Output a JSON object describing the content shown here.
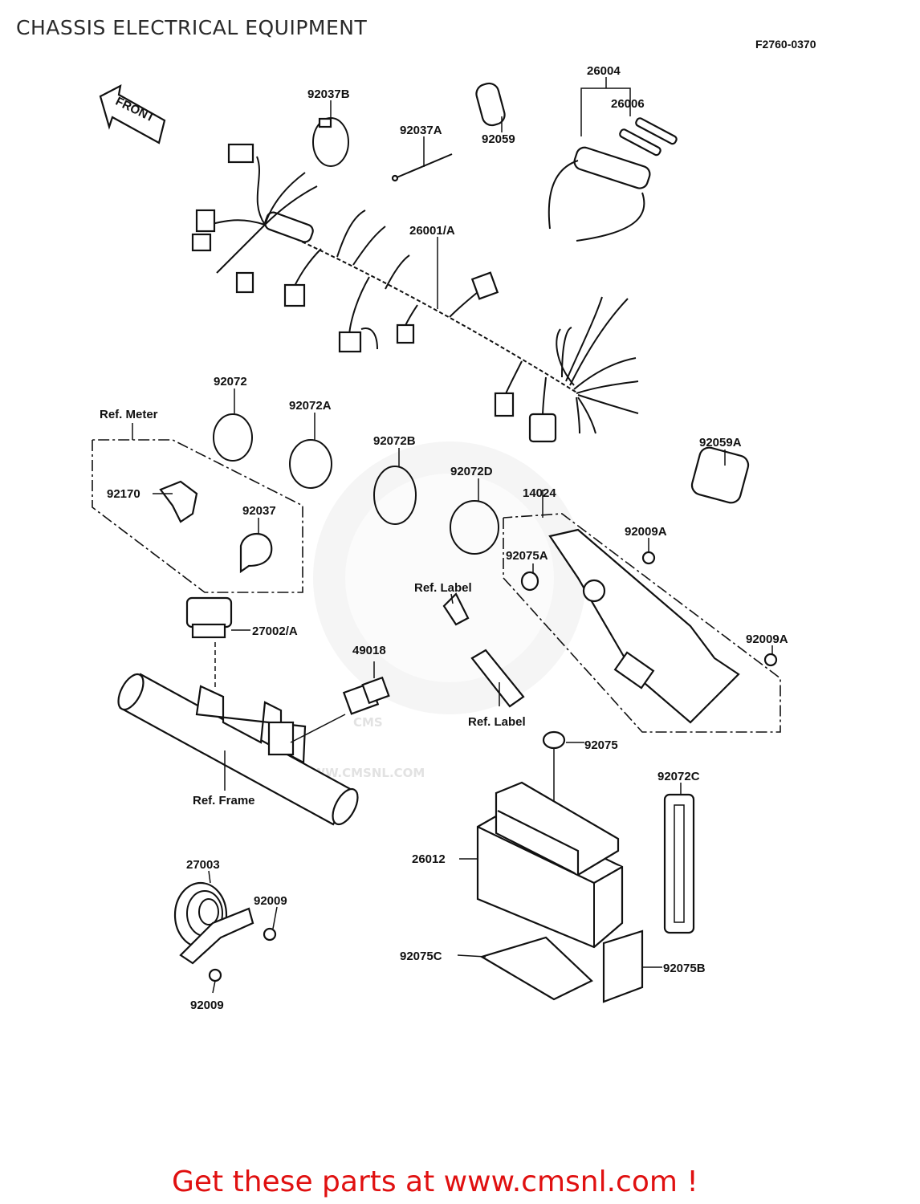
{
  "header": {
    "title": "CHASSIS ELECTRICAL EQUIPMENT",
    "figure_code": "F2760-0370"
  },
  "watermark": {
    "brand": "CMS",
    "url": "WWW.CMSNL.COM"
  },
  "front_arrow_label": "FRONT",
  "parts": {
    "p92037B": "92037B",
    "p92037A": "92037A",
    "p92059": "92059",
    "p26004": "26004",
    "p26006": "26006",
    "p26001A": "26001/A",
    "p92072": "92072",
    "p92072A": "92072A",
    "p92072B": "92072B",
    "p92072D": "92072D",
    "p92059A": "92059A",
    "p92170": "92170",
    "p92037": "92037",
    "p14024": "14024",
    "p92009A_1": "92009A",
    "p92075A": "92075A",
    "p92009A_2": "92009A",
    "p27002A": "27002/A",
    "p49018": "49018",
    "p92075": "92075",
    "p92072C": "92072C",
    "p26012": "26012",
    "p27003": "27003",
    "p92009_1": "92009",
    "p92009_2": "92009",
    "p92075C": "92075C",
    "p92075B": "92075B"
  },
  "references": {
    "meter": "Ref. Meter",
    "label_1": "Ref. Label",
    "label_2": "Ref. Label",
    "frame": "Ref. Frame"
  },
  "footer": {
    "cta": "Get these parts at www.cmsnl.com !"
  }
}
